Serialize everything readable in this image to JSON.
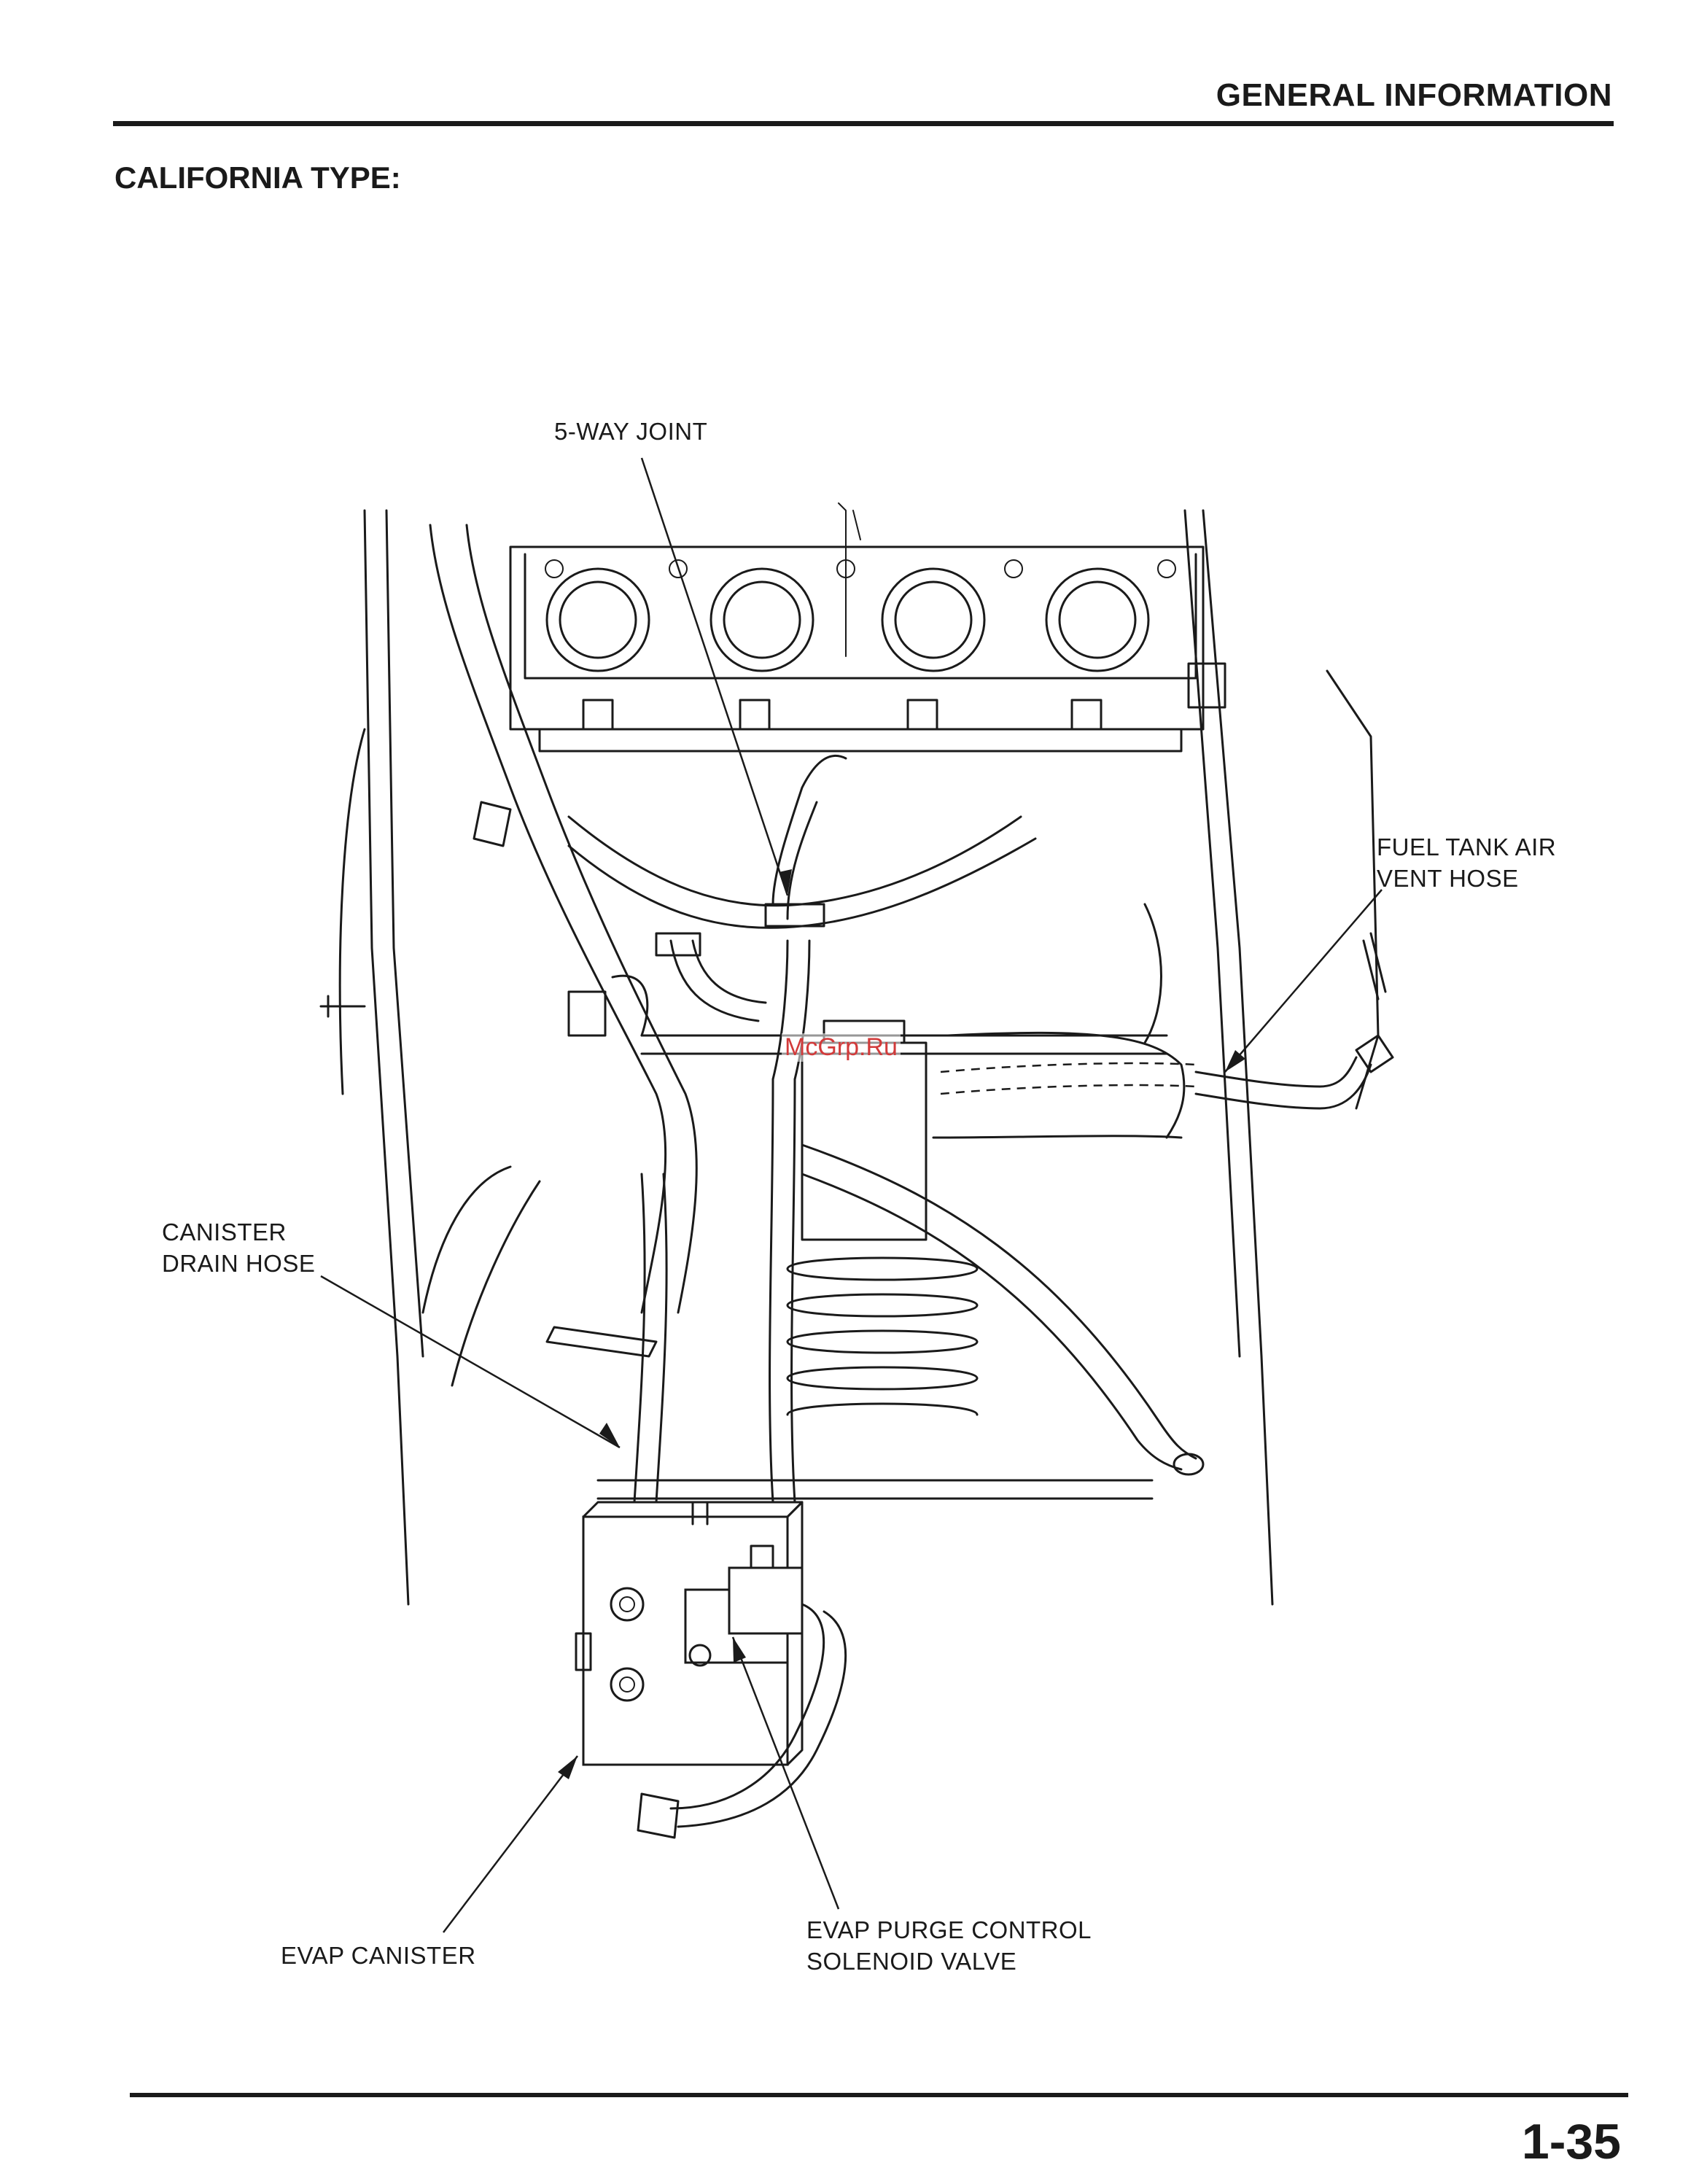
{
  "header": {
    "title": "GENERAL INFORMATION"
  },
  "section": {
    "title": "CALIFORNIA TYPE:"
  },
  "callouts": {
    "five_way_joint": "5-WAY JOINT",
    "fuel_tank_air_vent_hose": [
      "FUEL TANK AIR",
      "VENT HOSE"
    ],
    "canister_drain_hose": [
      "CANISTER",
      "DRAIN HOSE"
    ],
    "evap_canister": "EVAP CANISTER",
    "evap_purge_control_solenoid_valve": [
      "EVAP PURGE CONTROL",
      "SOLENOID VALVE"
    ]
  },
  "watermark": "McGrp.Ru",
  "footer": {
    "page_number": "1-35"
  }
}
